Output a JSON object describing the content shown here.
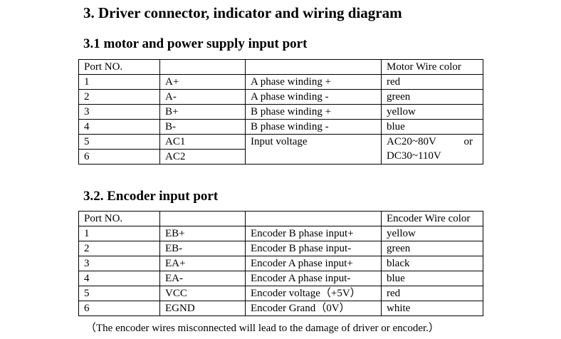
{
  "heading": "3. Driver connector, indicator and wiring diagram",
  "motor_section": {
    "title": "3.1 motor and power supply input port",
    "header": [
      "Port NO.",
      "",
      "",
      "Motor Wire color"
    ],
    "rows": [
      [
        "1",
        "A+",
        "A phase winding +",
        "red"
      ],
      [
        "2",
        "A-",
        "A phase winding -",
        "green"
      ],
      [
        "3",
        "B+",
        "B phase winding +",
        "yellow"
      ],
      [
        "4",
        "B-",
        "B phase winding -",
        "blue"
      ]
    ],
    "power_rows": {
      "port_5": "5",
      "signal_5": "AC1",
      "port_6": "6",
      "signal_6": "AC2",
      "description": "Input voltage",
      "voltage_line1": "AC20~80V",
      "voltage_or": "or",
      "voltage_line2": "DC30~110V"
    }
  },
  "encoder_section": {
    "title": "3.2. Encoder input port",
    "header": [
      "Port NO.",
      "",
      "",
      "Encoder Wire color"
    ],
    "rows": [
      [
        "1",
        "EB+",
        "Encoder B phase input+",
        "yellow"
      ],
      [
        "2",
        "EB-",
        "Encoder B phase input-",
        "green"
      ],
      [
        "3",
        "EA+",
        "Encoder A phase input+",
        "black"
      ],
      [
        "4",
        "EA-",
        "Encoder A phase input-",
        "blue"
      ],
      [
        "5",
        "VCC",
        "Encoder voltage（+5V）",
        "red"
      ],
      [
        "6",
        "EGND",
        "Encoder Grand（0V）",
        "white"
      ]
    ]
  },
  "note": "（The encoder wires misconnected will lead to the damage of driver or encoder.）"
}
